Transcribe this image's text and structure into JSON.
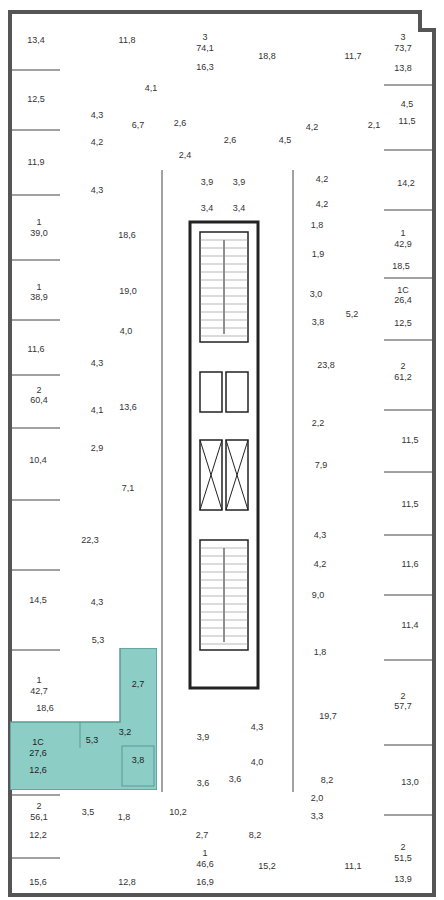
{
  "diagram": {
    "nodes": [
      {
        "text": [
          "2,7",
          "3,2",
          "1С",
          "27,6",
          "5,3",
          "3,8",
          "12,6"
        ]
      }
    ],
    "labels": [
      "13,4",
      "11,8",
      "3",
      "74,1",
      "16,3",
      "18,8",
      "11,7",
      "3",
      "73,7",
      "13,8",
      "4,1",
      "12,5",
      "4,5",
      "4,3",
      "11,5",
      "2,1",
      "2,6",
      "6,7",
      "4,5",
      "4,2",
      "2,6",
      "4,2",
      "2,4",
      "11,9",
      "3,9",
      "3,9",
      "4,2",
      "14,2",
      "4,3",
      "4,2",
      "3,4",
      "3,4",
      "1",
      "39,0",
      "1,8",
      "18,6",
      "1",
      "42,9",
      "1,9",
      "18,5",
      "1",
      "38,9",
      "19,0",
      "1С",
      "3,0",
      "26,4",
      "5,2",
      "3,8",
      "12,5",
      "4,0",
      "11,6",
      "4,3",
      "23,8",
      "2",
      "61,2",
      "2",
      "60,4",
      "13,6",
      "4,1",
      "2,2",
      "11,5",
      "2,9",
      "10,4",
      "7,9",
      "7,1",
      "11,5",
      "22,3",
      "4,3",
      "4,2",
      "11,6",
      "9,0",
      "14,5",
      "4,3",
      "11,4",
      "5,3",
      "1,8",
      "1",
      "42,7",
      "18,6",
      "2",
      "57,7",
      "19,7",
      "4,3",
      "3,9",
      "4,0",
      "8,2",
      "13,0",
      "3,6",
      "3,6",
      "2,0",
      "3,3",
      "2",
      "56,1",
      "3,5",
      "10,2",
      "1,8",
      "2,7",
      "8,2",
      "12,2",
      "2",
      "51,5",
      "1",
      "46,6",
      "15,2",
      "11,1",
      "13,9",
      "15,6",
      "12,8",
      "16,9"
    ]
  }
}
